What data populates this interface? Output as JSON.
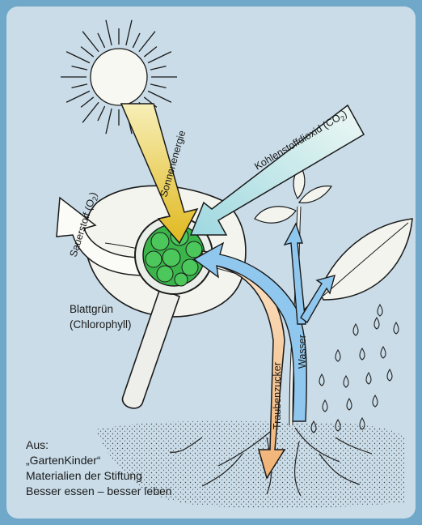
{
  "labels": {
    "sun_energy": "Sonnenenergie",
    "co2": "Kohlenstoffdioxid (CO",
    "co2_sub": "2",
    "oxygen": "Sauerstoff (O",
    "oxygen_sub": "2",
    "glucose": "Traubenzucker",
    "water": "Wasser",
    "chlorophyll_line1": "Blattgrün",
    "chlorophyll_line2": "(Chlorophyll)"
  },
  "credit": {
    "line1": "Aus:",
    "line2": "„GartenKinder“",
    "line3": "Materialien der Stiftung",
    "line4": "Besser essen – besser leben"
  },
  "colors": {
    "page_bg": "#6fa8c9",
    "card_bg": "#c9dce8",
    "sun_arrow": "#e6c22a",
    "co2_arrow": "#bfe7ea",
    "water_arrow": "#8fc7ee",
    "glucose_arrow": "#f6c99a",
    "chlorophyll": "#39b54a"
  },
  "icons": [
    "sun-icon",
    "leaf-icon",
    "magnifier-icon",
    "plant-icon",
    "rain-icon",
    "soil-icon"
  ]
}
